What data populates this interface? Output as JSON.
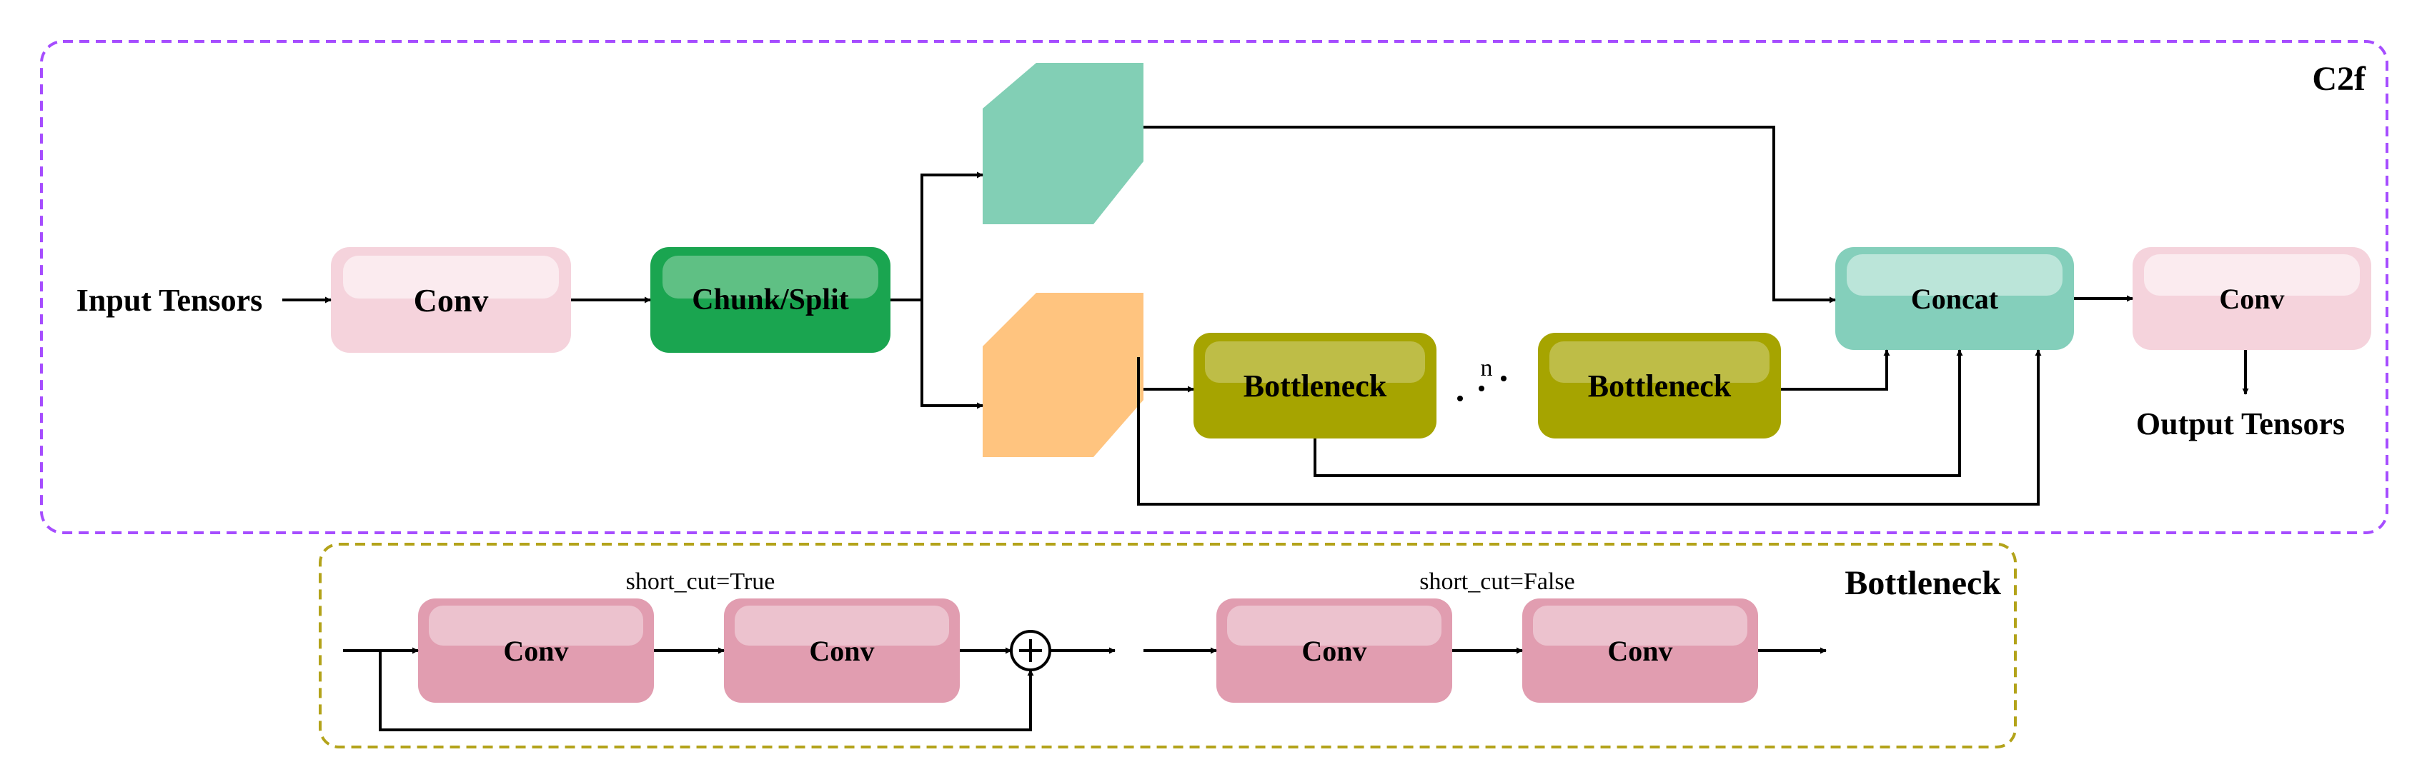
{
  "c2f": {
    "title": "C2f",
    "input_label": "Input Tensors",
    "output_label": "Output Tensors",
    "conv_in": "Conv",
    "chunk_split": "Chunk/Split",
    "bottleneck_1": "Bottleneck",
    "bottleneck_n": "Bottleneck",
    "repeat_label": "n",
    "concat": "Concat",
    "conv_out": "Conv"
  },
  "bottleneck": {
    "title": "Bottleneck",
    "shortcut_true_label": "short_cut=True",
    "shortcut_false_label": "short_cut=False",
    "conv_t1": "Conv",
    "conv_t2": "Conv",
    "conv_f1": "Conv",
    "conv_f2": "Conv"
  },
  "colors": {
    "c2f_border": "#a64dff",
    "bottleneck_border": "#b3a31a",
    "conv_light": "#f5d3dc",
    "chunk_green": "#1aa550",
    "split_teal": "#82cfb5",
    "split_orange": "#ffc47f",
    "bottleneck_olive": "#a6a400",
    "concat_teal": "#84cfbb",
    "conv_dark": "#e19db0"
  }
}
